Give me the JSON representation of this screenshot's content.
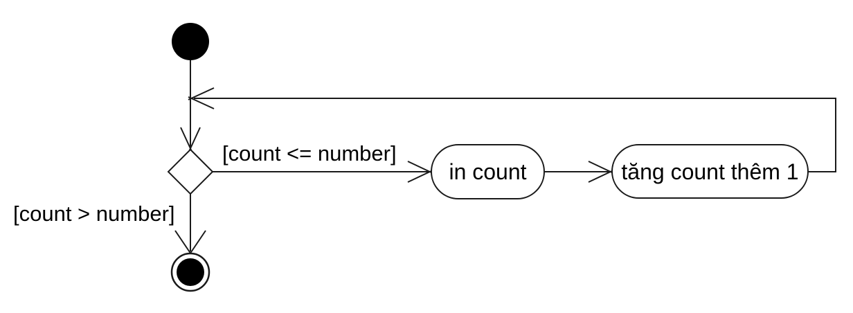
{
  "diagram": {
    "type": "uml-activity",
    "colors": {
      "background": "#ffffff",
      "stroke": "#1a1a1a",
      "node_fill": "#ffffff",
      "text": "#000000"
    },
    "nodes": {
      "initial": {
        "kind": "initial-state"
      },
      "merge": {
        "kind": "merge-point"
      },
      "decision": {
        "kind": "decision"
      },
      "action_print": {
        "kind": "action",
        "label": "in count"
      },
      "action_increment": {
        "kind": "action",
        "label": "tăng count thêm 1"
      },
      "final": {
        "kind": "final-state"
      }
    },
    "guards": {
      "loop": "[count <= number]",
      "exit": "[count > number]"
    }
  }
}
